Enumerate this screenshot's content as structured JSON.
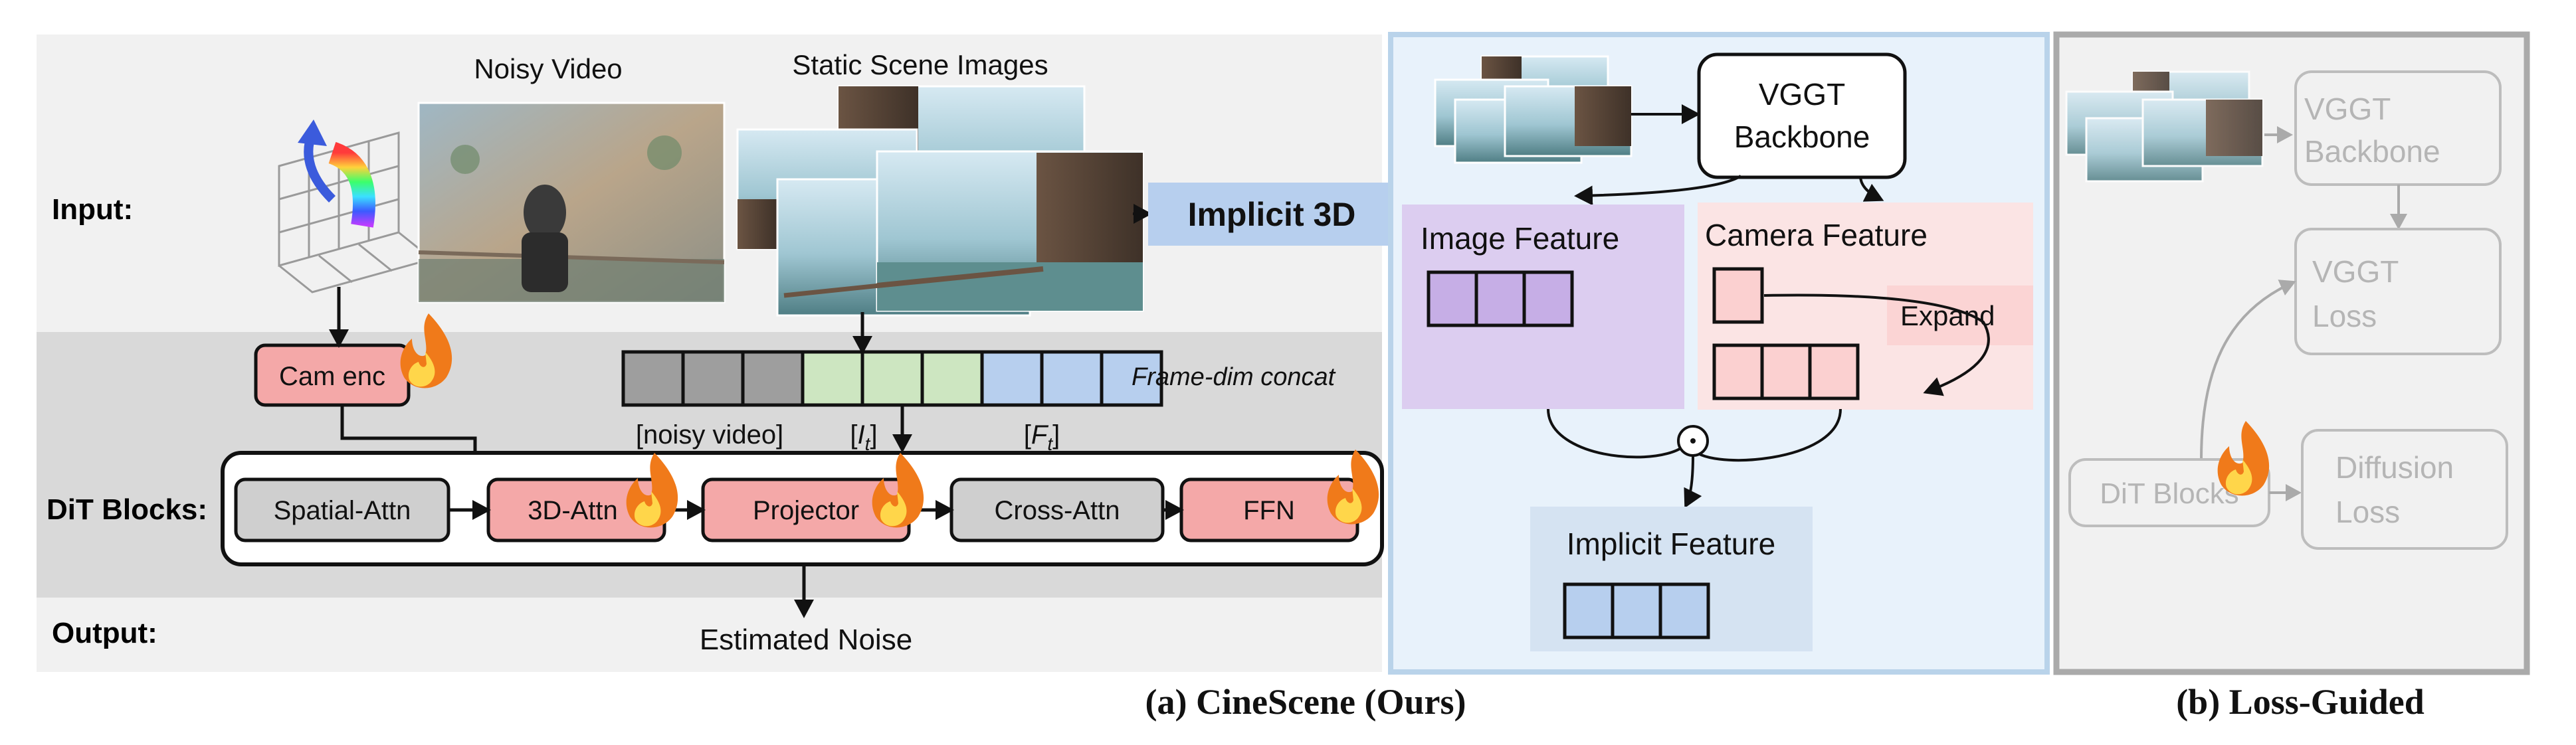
{
  "panel_a": {
    "row_labels": {
      "input": "Input:",
      "dit": "DiT Blocks:",
      "output": "Output:"
    },
    "noisy_video_title": "Noisy Video",
    "static_scene_title": "Static Scene Images",
    "implicit_3d": "Implicit 3D",
    "cam_enc": "Cam enc",
    "frame_concat_note": "Frame-dim concat",
    "seg_noisy": "[noisy video]",
    "seg_I": "I",
    "seg_I_sub": "t",
    "seg_F": "F",
    "seg_F_sub": "t",
    "blocks": [
      "Spatial-Attn",
      "3D-Attn",
      "Projector",
      "Cross-Attn",
      "FFN"
    ],
    "output_text": "Estimated Noise",
    "caption": "(a) CineScene (Ours)"
  },
  "implicit_panel": {
    "vggt_line1": "VGGT",
    "vggt_line2": "Backbone",
    "image_feature": "Image Feature",
    "camera_feature": "Camera Feature",
    "expand": "Expand",
    "implicit_feature": "Implicit Feature"
  },
  "panel_b": {
    "vggt_backbone_1": "VGGT",
    "vggt_backbone_2": "Backbone",
    "vggt_loss_1": "VGGT",
    "vggt_loss_2": "Loss",
    "dit_blocks": "DiT Blocks",
    "diffusion_loss_1": "Diffusion",
    "diffusion_loss_2": "Loss",
    "caption": "(b) Loss-Guided"
  },
  "colors": {
    "row_light": "#f1f1f1",
    "row_dark": "#d9d9d9",
    "pink": "#f4a8a8",
    "gray_block": "#cfcfcf",
    "purple": "#dccdf0",
    "purple_cell": "#c6aee6",
    "light_pink": "#fbe4e4",
    "pink_cell": "#fbd0d0",
    "light_blue": "#d5e3f2",
    "blue_cell": "#b7cfee",
    "panel_blue_border": "#b9d3ea",
    "green_cell": "#cde6c1"
  }
}
